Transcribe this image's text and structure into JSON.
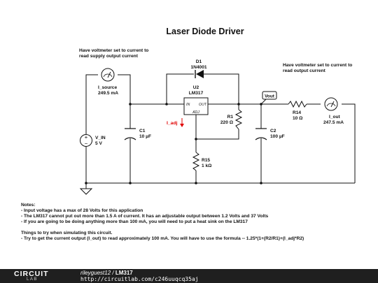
{
  "title": "Laser Diode Driver",
  "annotations": {
    "supply_note": [
      "Have voltmeter set to current to",
      "read supply output current"
    ],
    "output_note": [
      "Have voltmeter set to current to",
      "read output current"
    ]
  },
  "components": {
    "i_source": {
      "name": "I_source",
      "value": "249.5 mA"
    },
    "v_in": {
      "name": "V_IN",
      "value": "5 V"
    },
    "c1": {
      "name": "C1",
      "value": "10 µF"
    },
    "d1": {
      "name": "D1",
      "value": "1N4001"
    },
    "u2": {
      "name": "U2",
      "value": "LM317",
      "pin_in": "IN",
      "pin_out": "OUT",
      "pin_adj": "ADJ"
    },
    "r1": {
      "name": "R1",
      "value": "220 Ω"
    },
    "r15": {
      "name": "R15",
      "value": "1 kΩ"
    },
    "c2": {
      "name": "C2",
      "value": "100 µF"
    },
    "r14": {
      "name": "R14",
      "value": "10 Ω"
    },
    "i_out": {
      "name": "I_out",
      "value": "247.5 mA"
    },
    "i_adj": {
      "name": "I_adj"
    },
    "vout_probe": {
      "name": "Vout"
    }
  },
  "notes": [
    "Notes:",
    "- Input voltage has a max of 28 Volts for this application",
    "- The LM317 cannot put out more than 1.5 A of current. It has an adjustable output between 1.2 Volts and 37 Volts",
    "- If you are going to be doing anything more than 100 mA, you will need to put a heat sink on the LM317",
    "",
    "Things to try when simulating this circuit.",
    "- Try to get the current output (I_out) to read approximately 100 mA. You will have to use the formula -- 1.25*(1+(R2/R1)+(I_adj*R2)"
  ],
  "footer": {
    "logo_top": "CIRCUIT",
    "logo_bottom": "LAB",
    "author": "rileyguest12",
    "separator": " / ",
    "circuit_name": "LM317",
    "url": "http://circuitlab.com/c246uuqcq35aj"
  },
  "colors": {
    "wire": "#111111",
    "adj_current": "#e00000",
    "footer_bg": "#1f1f1f"
  }
}
